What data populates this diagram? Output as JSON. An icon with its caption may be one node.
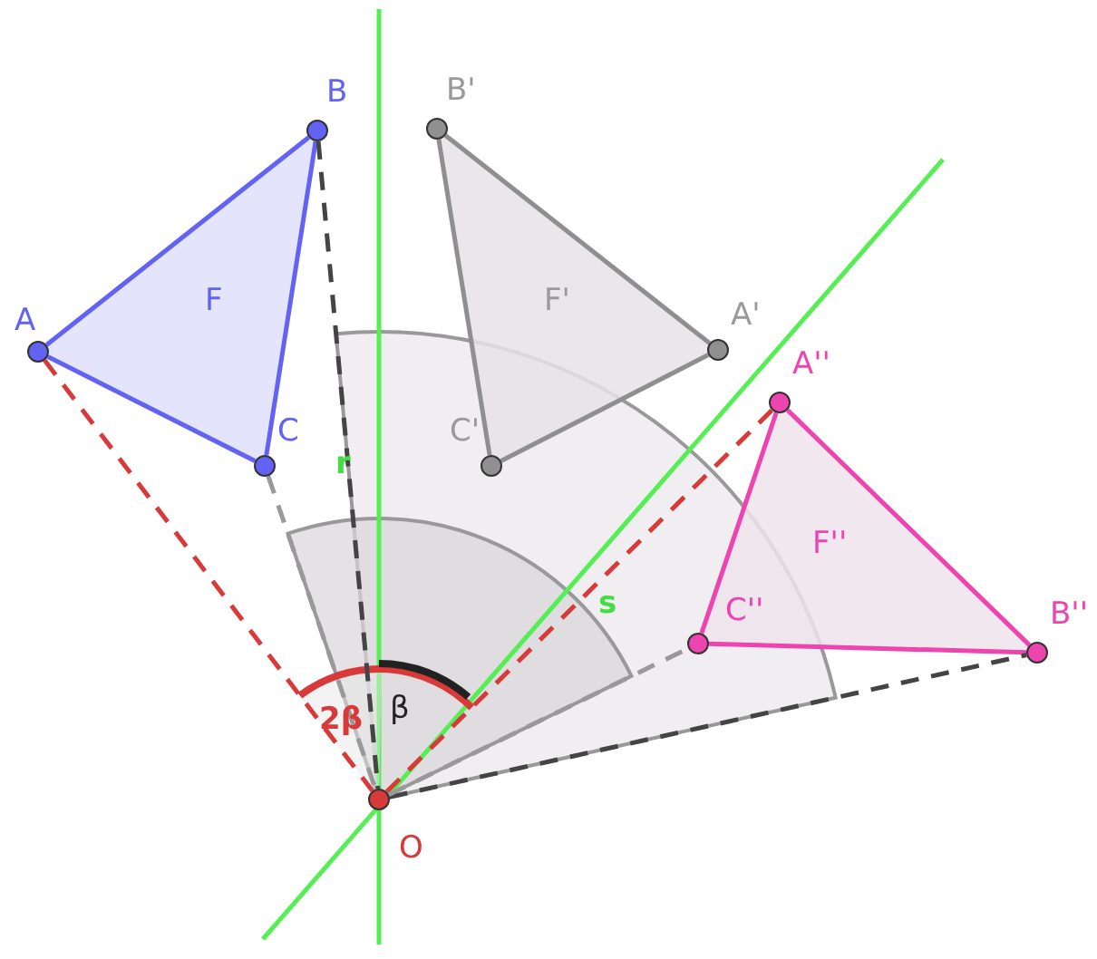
{
  "diagram": {
    "nodes": [
      {
        "text": [
          "A"
        ]
      },
      {
        "text": [
          "B"
        ]
      },
      {
        "text": [
          "C"
        ]
      },
      {
        "text": [
          "A'"
        ]
      },
      {
        "text": [
          "B'"
        ]
      },
      {
        "text": [
          "C'"
        ]
      },
      {
        "text": [
          "A''"
        ]
      },
      {
        "text": [
          "B''"
        ]
      },
      {
        "text": [
          "C''"
        ]
      },
      {
        "text": [
          "O"
        ]
      }
    ],
    "edges": [
      {
        "from": 0,
        "to": 1,
        "arrow": "none",
        "color": "#6262f5"
      },
      {
        "from": 1,
        "to": 2,
        "arrow": "none",
        "color": "#6262f5"
      },
      {
        "from": 2,
        "to": 0,
        "arrow": "none",
        "color": "#6262f5"
      },
      {
        "from": 3,
        "to": 4,
        "arrow": "none",
        "color": "#8f8f8f"
      },
      {
        "from": 4,
        "to": 5,
        "arrow": "none",
        "color": "#8f8f8f"
      },
      {
        "from": 5,
        "to": 3,
        "arrow": "none",
        "color": "#8f8f8f"
      },
      {
        "from": 6,
        "to": 7,
        "arrow": "none",
        "color": "#ee44b0"
      },
      {
        "from": 7,
        "to": 8,
        "arrow": "none",
        "color": "#ee44b0"
      },
      {
        "from": 8,
        "to": 6,
        "arrow": "none",
        "color": "#ee44b0"
      },
      {
        "from": 0,
        "to": 9,
        "arrow": "none",
        "style": "dashed",
        "color": "#d83a3a"
      },
      {
        "from": 1,
        "to": 9,
        "arrow": "none",
        "style": "dashed",
        "color": "#444444"
      },
      {
        "from": 2,
        "to": 9,
        "arrow": "none",
        "style": "dashed",
        "color": "#999999"
      },
      {
        "from": 9,
        "to": 6,
        "arrow": "none",
        "style": "dashed",
        "color": "#d83a3a"
      },
      {
        "from": 9,
        "to": 7,
        "arrow": "none",
        "style": "dashed",
        "color": "#444444"
      },
      {
        "from": 9,
        "to": 8,
        "arrow": "none",
        "style": "dashed",
        "color": "#999999"
      }
    ],
    "labels": [
      "F",
      "F'",
      "F''",
      "r",
      "s",
      "β",
      "2β"
    ]
  }
}
